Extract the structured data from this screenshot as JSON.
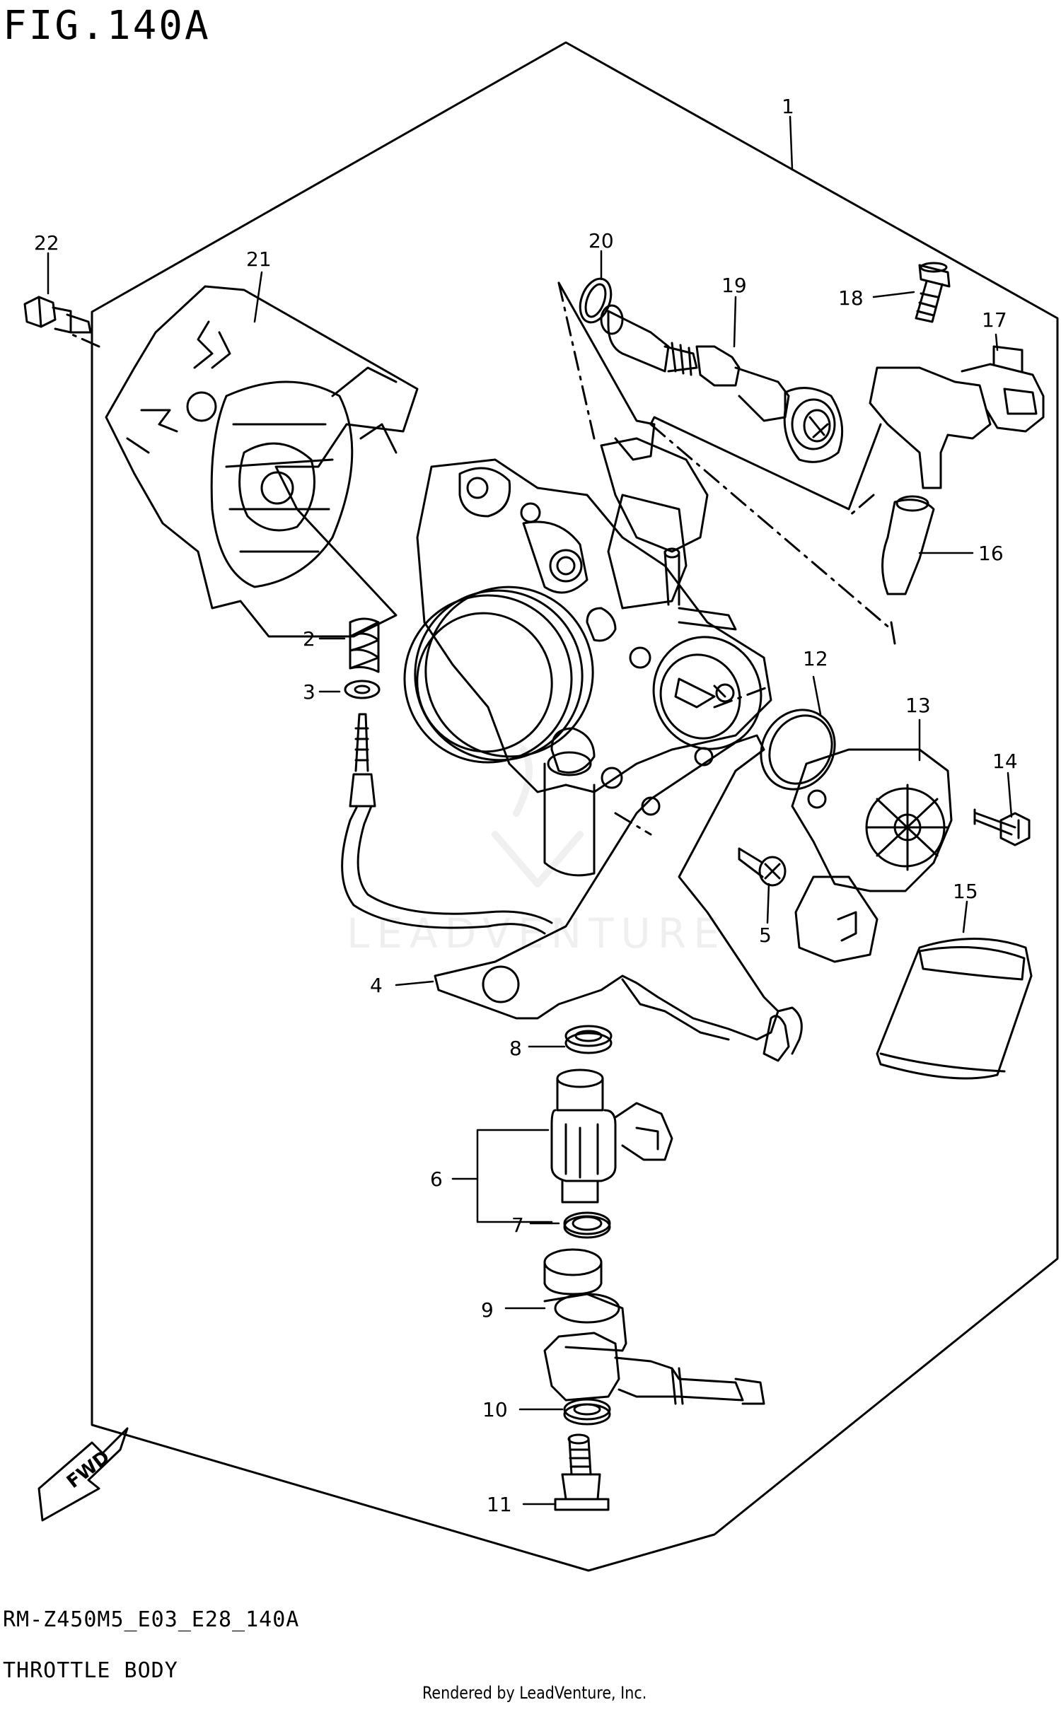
{
  "figure": {
    "title": "FIG.140A",
    "model_code": "RM-Z450M5_E03_E28_140A",
    "section_name": "THROTTLE BODY",
    "credit": "Rendered by LeadVenture, Inc.",
    "watermark": "LEADVENTURE",
    "direction_label": "FWD"
  },
  "callouts": {
    "c1": "1",
    "c2": "2",
    "c3": "3",
    "c4": "4",
    "c5": "5",
    "c6": "6",
    "c7": "7",
    "c8": "8",
    "c9": "9",
    "c10": "10",
    "c11": "11",
    "c12": "12",
    "c13": "13",
    "c14": "14",
    "c15": "15",
    "c16": "16",
    "c17": "17",
    "c18": "18",
    "c19": "19",
    "c20": "20",
    "c21": "21",
    "c22": "22"
  },
  "colors": {
    "line": "#000000",
    "background": "#ffffff"
  }
}
